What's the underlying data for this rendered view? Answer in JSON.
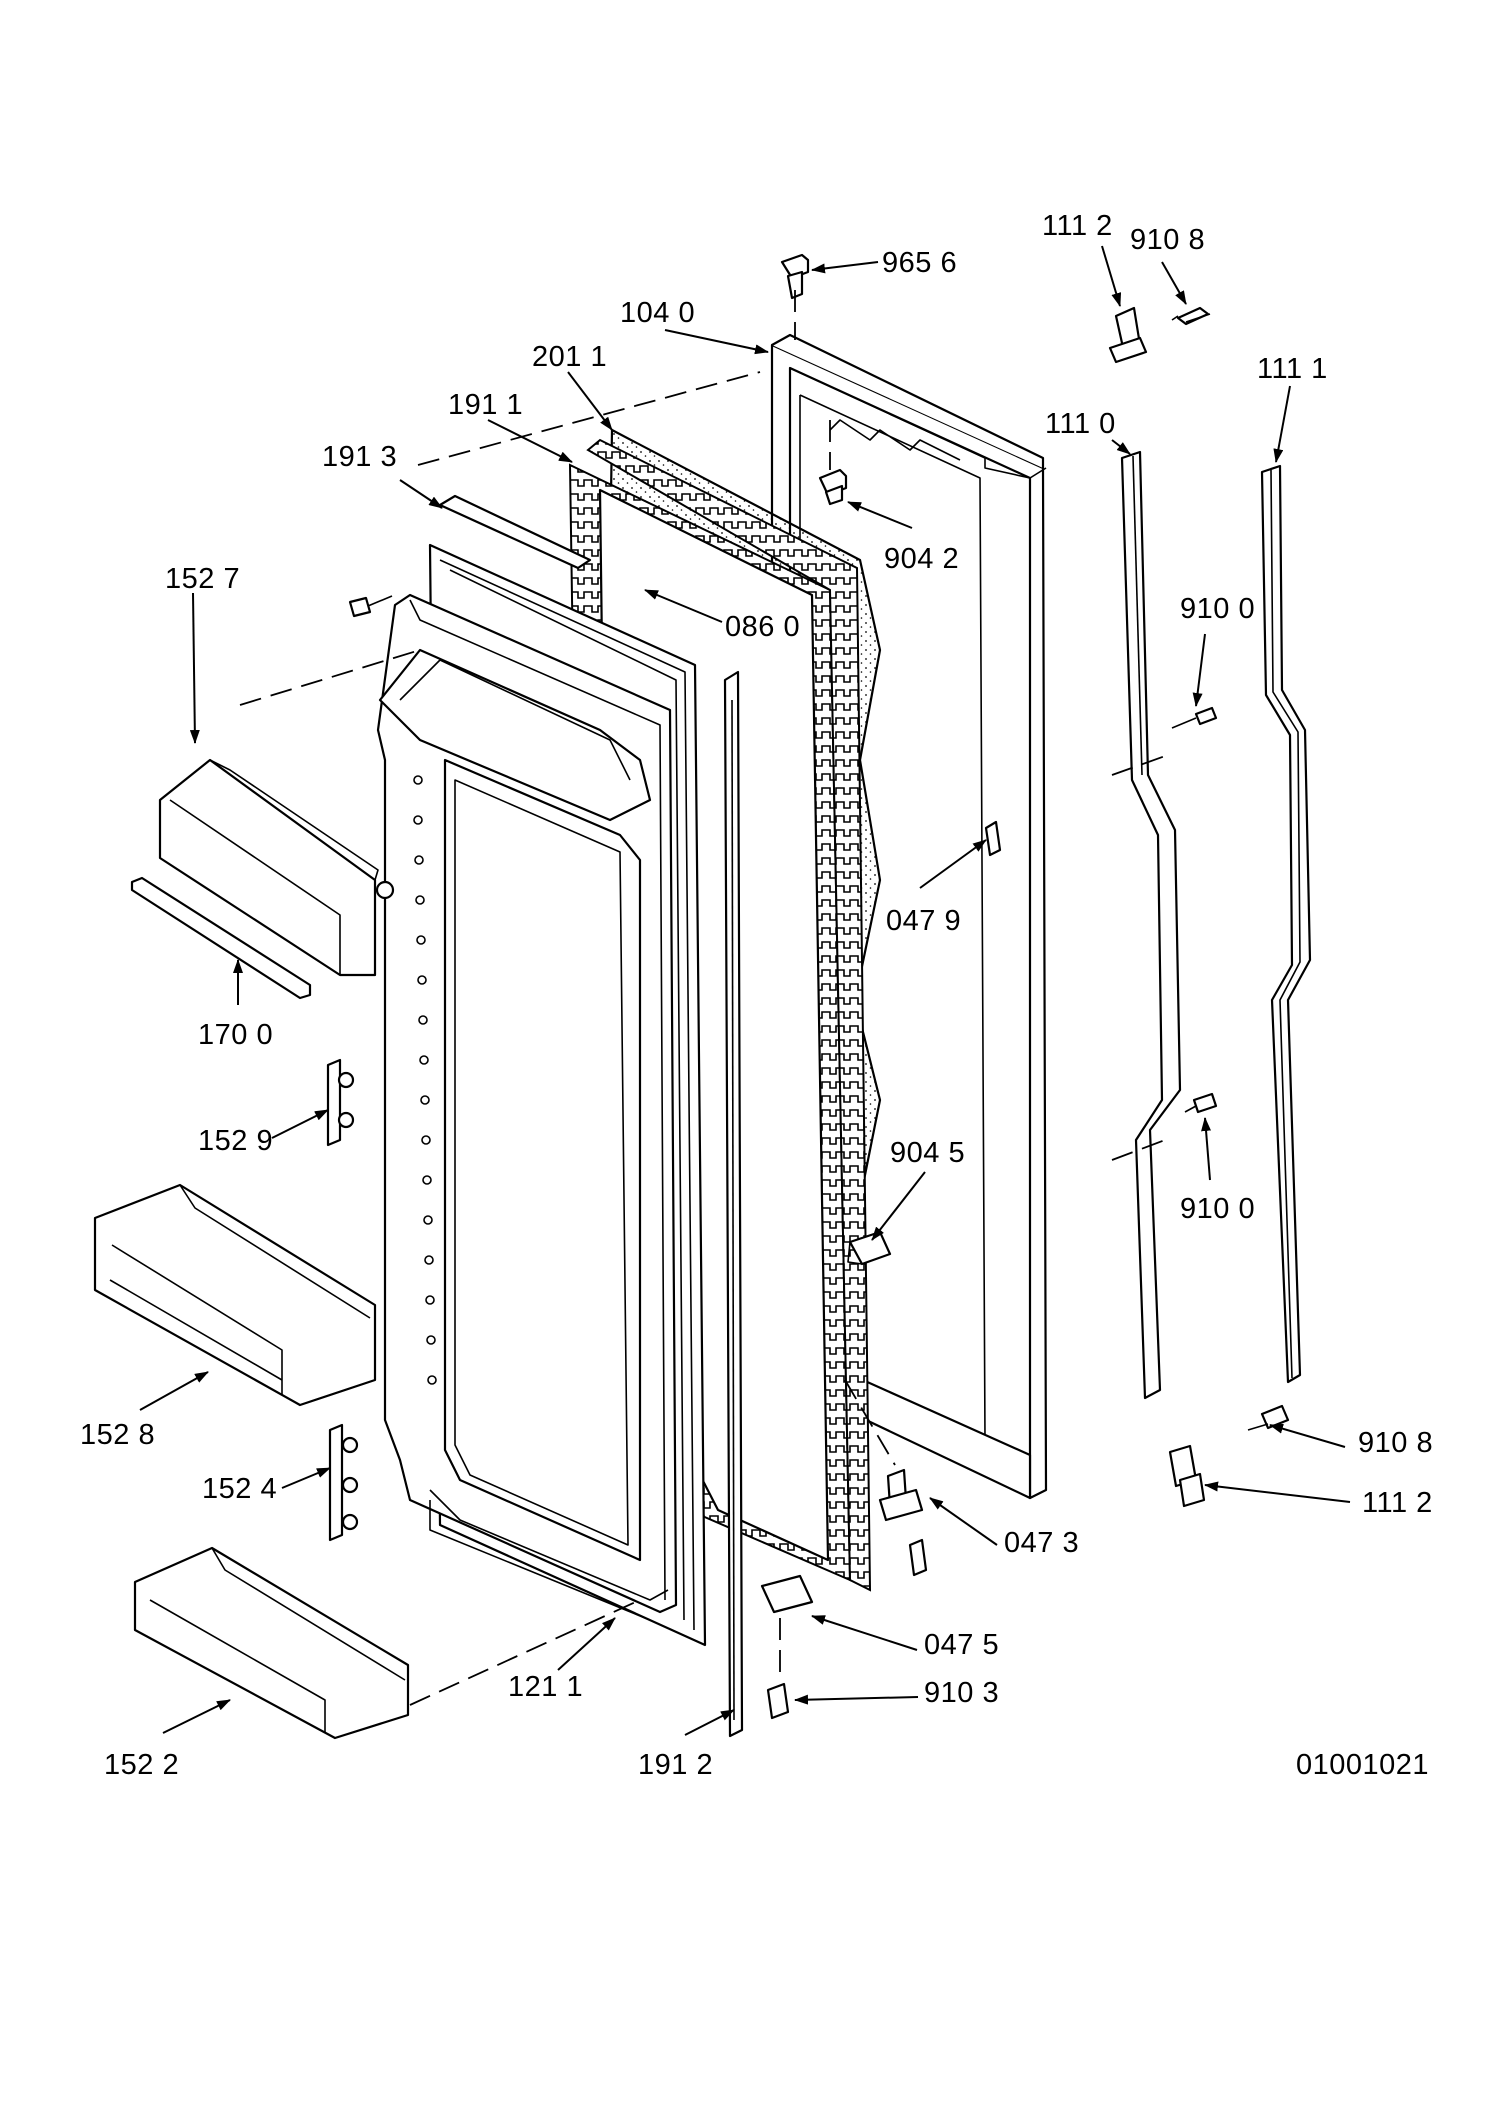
{
  "labels": {
    "p9656": "965 6",
    "p1040": "104 0",
    "p2011": "201 1",
    "p1911": "191 1",
    "p1913": "191 3",
    "p1527": "152 7",
    "p0860": "086 0",
    "p9042": "904 2",
    "p1112_top": "111 2",
    "p9108_top": "910 8",
    "p1111": "111 1",
    "p1110": "111 0",
    "p9100_a": "910 0",
    "p0479": "047 9",
    "p1700": "170 0",
    "p1529": "152 9",
    "p9045": "904 5",
    "p9100_b": "910 0",
    "p1528": "152 8",
    "p1524": "152 4",
    "p9108_bottom": "910 8",
    "p1112_bottom": "111 2",
    "p0473": "047 3",
    "p0475": "047 5",
    "p1211": "121 1",
    "p9103": "910 3",
    "p1522": "152 2",
    "p1912": "191 2"
  },
  "drawing_number": "01001021"
}
